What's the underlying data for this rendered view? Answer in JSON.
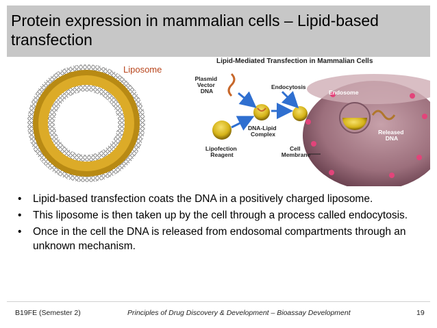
{
  "slide": {
    "title": "Protein expression in mammalian cells – Lipid-based transfection",
    "figure": {
      "liposome_label": "Liposome",
      "heading": "Lipid-Mediated Transfection in Mammalian Cells",
      "label_plasmid": [
        "Plasmid",
        "Vector",
        "DNA"
      ],
      "label_endocytosis": "Endocytosis",
      "label_endosome": "Endosome",
      "label_complex": [
        "DNA-Lipid",
        "Complex"
      ],
      "label_reagent": [
        "Lipofection",
        "Reagent"
      ],
      "label_membrane": [
        "Cell",
        "Membrane"
      ],
      "label_released": [
        "Released",
        "DNA"
      ]
    },
    "bullets": [
      "Lipid-based transfection coats the DNA in a positively charged liposome.",
      "This liposome is then taken up by the cell through a process called endocytosis.",
      "Once in the cell the DNA is released from endosomal compartments through an unknown mechanism."
    ],
    "bullet_symbol": "•",
    "footer": {
      "course": "B19FE (Semester 2)",
      "module": "Principles of Drug Discovery & Development – Bioassay Development",
      "page": "19"
    }
  }
}
